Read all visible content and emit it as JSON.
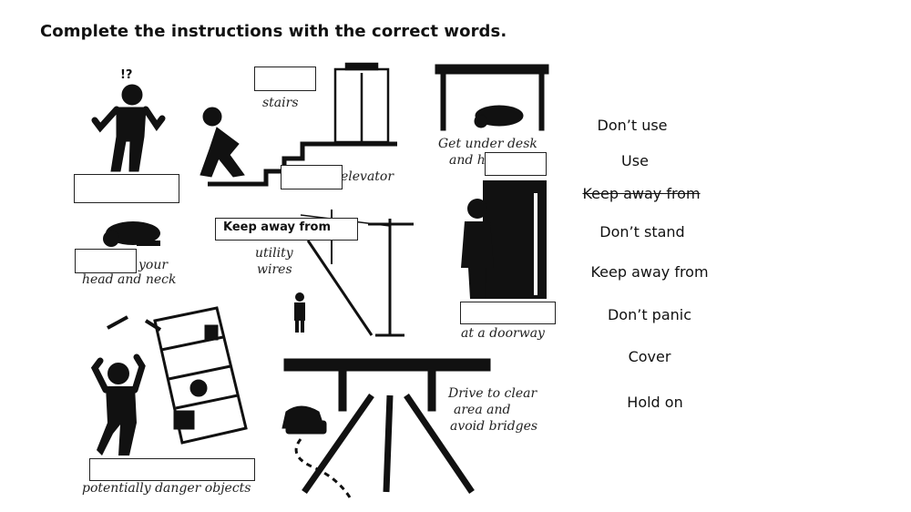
{
  "title": "Complete the instructions with the correct words.",
  "captions": {
    "stairs": "stairs",
    "elevator": "elevator",
    "desk_line1": "Get under desk",
    "desk_line2": "and h",
    "wires_line1": "utility",
    "wires_line2": "wires",
    "head_line1": "your",
    "head_line2": "head and neck",
    "doorway": "at a doorway",
    "drive_line1": "Drive to clear",
    "drive_line2": "area and",
    "drive_line3": "avoid bridges",
    "objects": "potentially danger objects"
  },
  "slots": {
    "wires_answer": "Keep away from"
  },
  "word_bank": [
    {
      "label": "Don’t use",
      "used": false
    },
    {
      "label": "Use",
      "used": false
    },
    {
      "label": "Keep away from",
      "used": true
    },
    {
      "label": "Don’t stand",
      "used": false
    },
    {
      "label": "Keep away from",
      "used": false
    },
    {
      "label": "Don’t panic",
      "used": false
    },
    {
      "label": "Cover",
      "used": false
    },
    {
      "label": "Hold on",
      "used": false
    }
  ]
}
